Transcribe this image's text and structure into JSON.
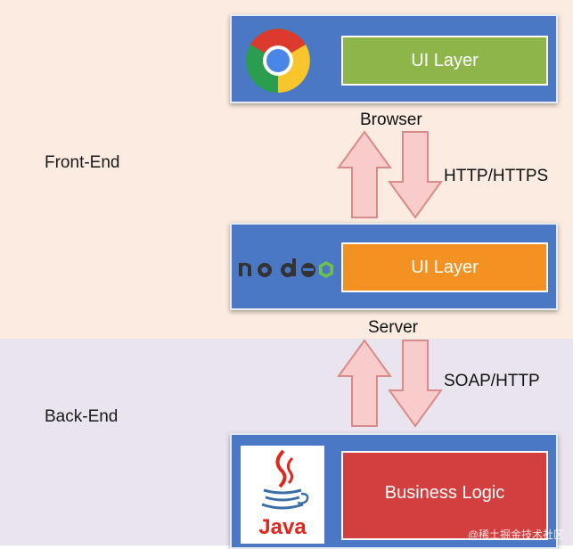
{
  "sections": {
    "front_end_label": "Front-End",
    "back_end_label": "Back-End"
  },
  "tiers": {
    "browser": {
      "layer_label": "UI Layer",
      "caption": "Browser",
      "logo": "chrome-logo-icon"
    },
    "server": {
      "layer_label": "UI Layer",
      "caption": "Server",
      "logo": "node"
    },
    "backend": {
      "layer_label": "Business Logic",
      "logo_text": "Java"
    }
  },
  "protocols": {
    "browser_server": "HTTP/HTTPS",
    "server_backend": "SOAP/HTTP"
  },
  "colors": {
    "front_band": "#fbebe0",
    "back_band": "#e9e4ee",
    "tier_box": "#4a78c4",
    "ui_layer_browser": "#8db54a",
    "ui_layer_server": "#f39222",
    "business_logic": "#d33f3e",
    "arrow_fill": "#f9cccc",
    "arrow_stroke": "#d98b8b"
  },
  "watermark": "@稀土掘金技术社区"
}
